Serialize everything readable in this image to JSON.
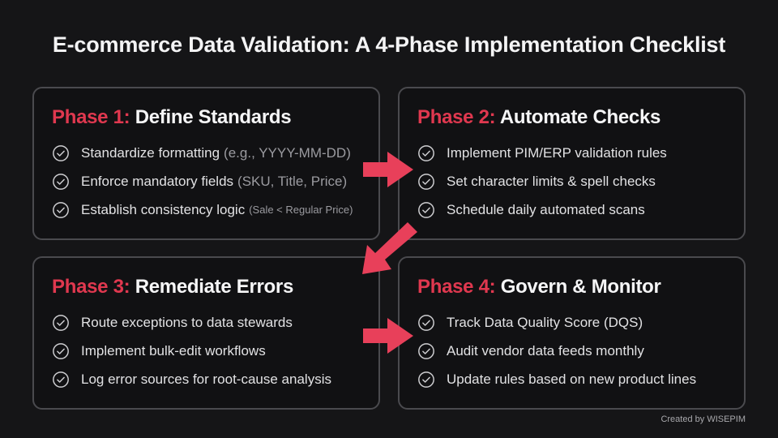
{
  "title": "E-commerce Data Validation: A 4-Phase Implementation Checklist",
  "colors": {
    "background": "#151517",
    "card_bg": "#111113",
    "card_border": "#4a4a4e",
    "accent": "#e0384f",
    "text": "#e2e2e4",
    "muted": "#9b9ba0"
  },
  "phases": [
    {
      "label": "Phase 1:",
      "name": "Define Standards",
      "items": [
        {
          "text": "Standardize formatting",
          "note": "(e.g., YYYY-MM-DD)",
          "icon": "check-circle-icon"
        },
        {
          "text": "Enforce mandatory fields",
          "note": "(SKU, Title, Price)",
          "icon": "check-circle-icon"
        },
        {
          "text": "Establish consistency logic",
          "note": "(Sale < Regular Price)",
          "icon": "check-circle-icon"
        }
      ]
    },
    {
      "label": "Phase 2:",
      "name": "Automate Checks",
      "items": [
        {
          "text": "Implement PIM/ERP validation rules",
          "icon": "check-circle-icon"
        },
        {
          "text": "Set character limits & spell checks",
          "icon": "check-circle-icon"
        },
        {
          "text": "Schedule daily automated scans",
          "icon": "check-circle-icon"
        }
      ]
    },
    {
      "label": "Phase 3:",
      "name": "Remediate Errors",
      "items": [
        {
          "text": "Route exceptions to data stewards",
          "icon": "check-circle-icon"
        },
        {
          "text": "Implement bulk-edit workflows",
          "icon": "check-circle-icon"
        },
        {
          "text": "Log error sources for root-cause analysis",
          "icon": "check-circle-icon"
        }
      ]
    },
    {
      "label": "Phase 4:",
      "name": "Govern & Monitor",
      "items": [
        {
          "text": "Track Data Quality Score (DQS)",
          "icon": "check-circle-icon"
        },
        {
          "text": "Audit vendor data feeds monthly",
          "icon": "check-circle-icon"
        },
        {
          "text": "Update rules based on new product lines",
          "icon": "check-circle-icon"
        }
      ]
    }
  ],
  "arrows": [
    {
      "from": "Phase 1",
      "to": "Phase 2",
      "direction": "right",
      "icon": "arrow-right-icon"
    },
    {
      "from": "Phase 2",
      "to": "Phase 3",
      "direction": "down-left",
      "icon": "arrow-down-left-icon"
    },
    {
      "from": "Phase 3",
      "to": "Phase 4",
      "direction": "right",
      "icon": "arrow-right-icon"
    }
  ],
  "credit": "Created by WISEPIM"
}
